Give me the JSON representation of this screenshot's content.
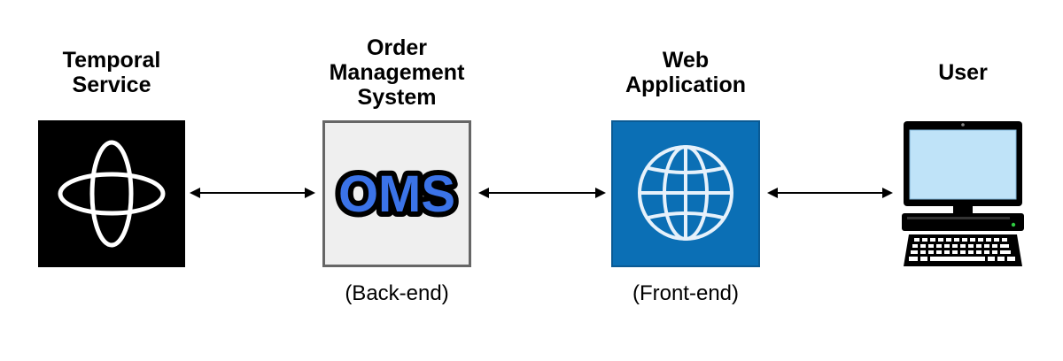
{
  "nodes": [
    {
      "id": "temporal",
      "title_lines": [
        "Temporal",
        "Service"
      ],
      "subtitle": "",
      "icon": "temporal-logo-icon",
      "bg": "#000000"
    },
    {
      "id": "oms",
      "title_lines": [
        "Order",
        "Management",
        "System"
      ],
      "subtitle": "(Back-end)",
      "icon": "oms-logo",
      "logo_text": "OMS",
      "bg": "#efefef",
      "logo_color": "#3b73e8"
    },
    {
      "id": "web",
      "title_lines": [
        "Web",
        "Application"
      ],
      "subtitle": "(Front-end)",
      "icon": "globe-icon",
      "bg": "#0b6fb5"
    },
    {
      "id": "user",
      "title_lines": [
        "User"
      ],
      "subtitle": "",
      "icon": "computer-icon"
    }
  ],
  "edges": [
    {
      "from": "temporal",
      "to": "oms",
      "style": "bidirectional"
    },
    {
      "from": "oms",
      "to": "web",
      "style": "bidirectional"
    },
    {
      "from": "web",
      "to": "user",
      "style": "bidirectional"
    }
  ]
}
